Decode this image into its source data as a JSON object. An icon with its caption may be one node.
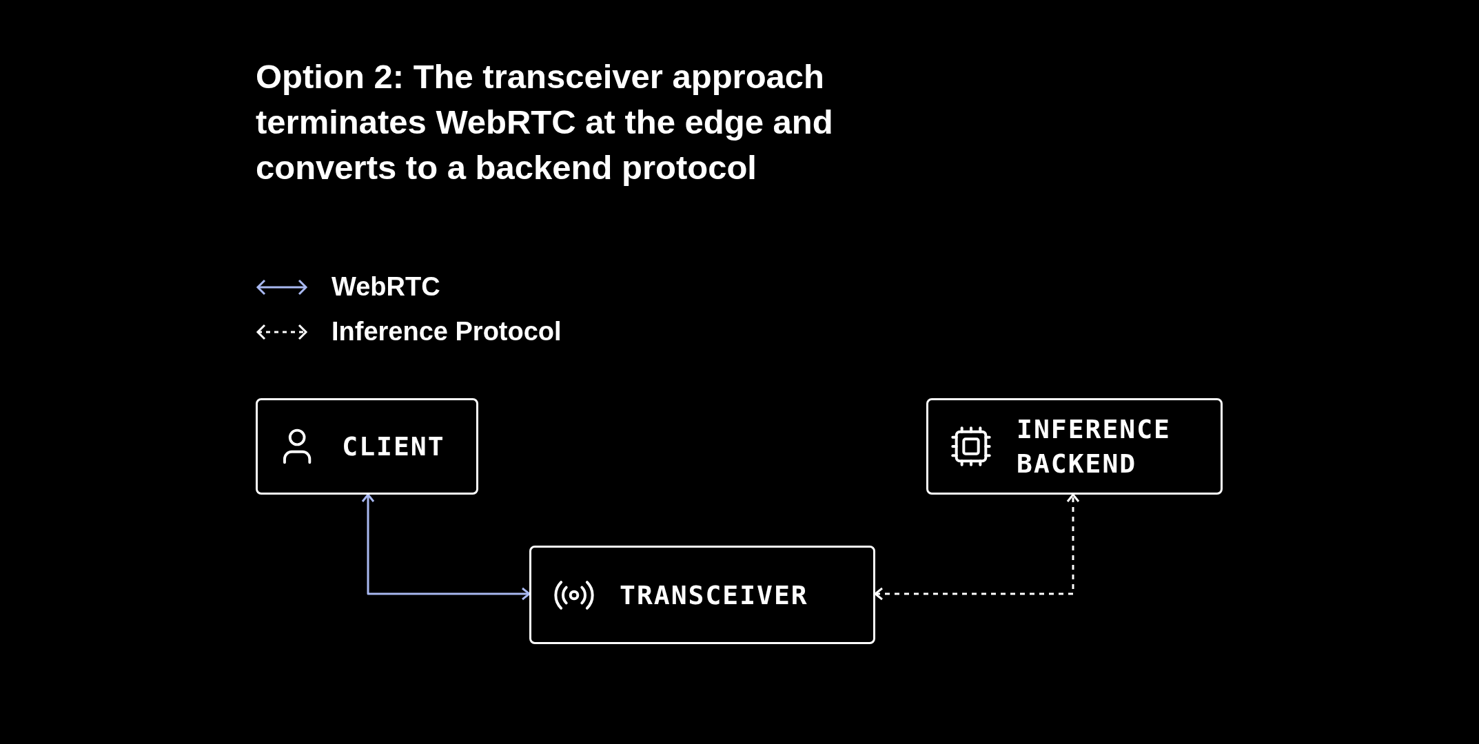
{
  "diagram": {
    "title": "Option 2: The transceiver approach terminates WebRTC at the edge and converts to a backend protocol",
    "nodes": [
      {
        "text": [
          "CLIENT"
        ]
      },
      {
        "text": [
          "INFERENCE BACKEND"
        ]
      },
      {
        "text": [
          "TRANSCEIVER"
        ]
      }
    ],
    "edges": [
      {
        "from": 0,
        "to": 2,
        "arrow": "both",
        "color": "#a9b9f2"
      },
      {
        "from": 2,
        "to": 1,
        "arrow": "both",
        "style": "dashed"
      }
    ],
    "legend": [
      {
        "text": "WebRTC"
      },
      {
        "text": "Inference Protocol"
      }
    ]
  }
}
